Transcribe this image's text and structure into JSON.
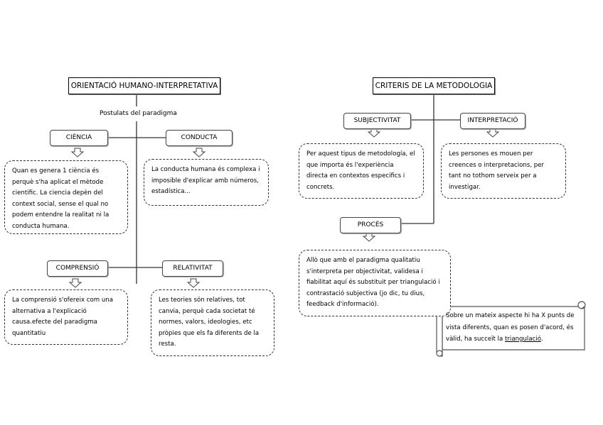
{
  "left": {
    "title": "ORIENTACIÓ HUMANO-INTERPRETATIVA",
    "postulats": "Postulats del paradigma",
    "nodes": [
      {
        "label": "CIÈNCIA",
        "text": "Quan es genera 1 ciència és perquè s'ha aplicat el mètode cientific. La ciencia depèn del context social, sense el qual no podem entendre la realitat ni la conducta humana."
      },
      {
        "label": "CONDUCTA",
        "text": "La conducta humana és complexa i imposible d'explicar amb números, estadística..."
      },
      {
        "label": "COMPRENSIÓ",
        "text": "La comprensió s'ofereix com una alternativa a l'explicació causa.efecte del paradigma quantitatiu"
      },
      {
        "label": "RELATIVITAT",
        "text": "Les teories són relatives, tot canvia, perquè cada societat té normes, valors, ideologies, etc pròpies que els fa diferents de la resta."
      }
    ]
  },
  "right": {
    "title": "CRITERIS DE LA METODOLOGIA",
    "nodes": [
      {
        "label": "SUBJECTIVITAT",
        "text": "Per aquest tipus de metodología, el que importa és l'experiència directa en contextos especifics i concrets."
      },
      {
        "label": "INTERPRETACIÓ",
        "text": "Les persones es mouen per creences o interpretacions, per tant no tothom serveix per a investigar."
      },
      {
        "label": "PROCÉS",
        "text": "Allò que amb el paradigma qualitatiu s'interpreta per objectivitat, validesa i fiabilitat aquí és substituit per triangulació i contrastació subjectiva (jo dic, tu dius, feedback d'informació)."
      }
    ],
    "scroll": {
      "text": "Sobre un mateix aspecte hi ha X punts de vista diferents, quan es posen d'acord, és vàlid, ha succeït la ",
      "term": "triangulació",
      "suffix": "."
    }
  }
}
